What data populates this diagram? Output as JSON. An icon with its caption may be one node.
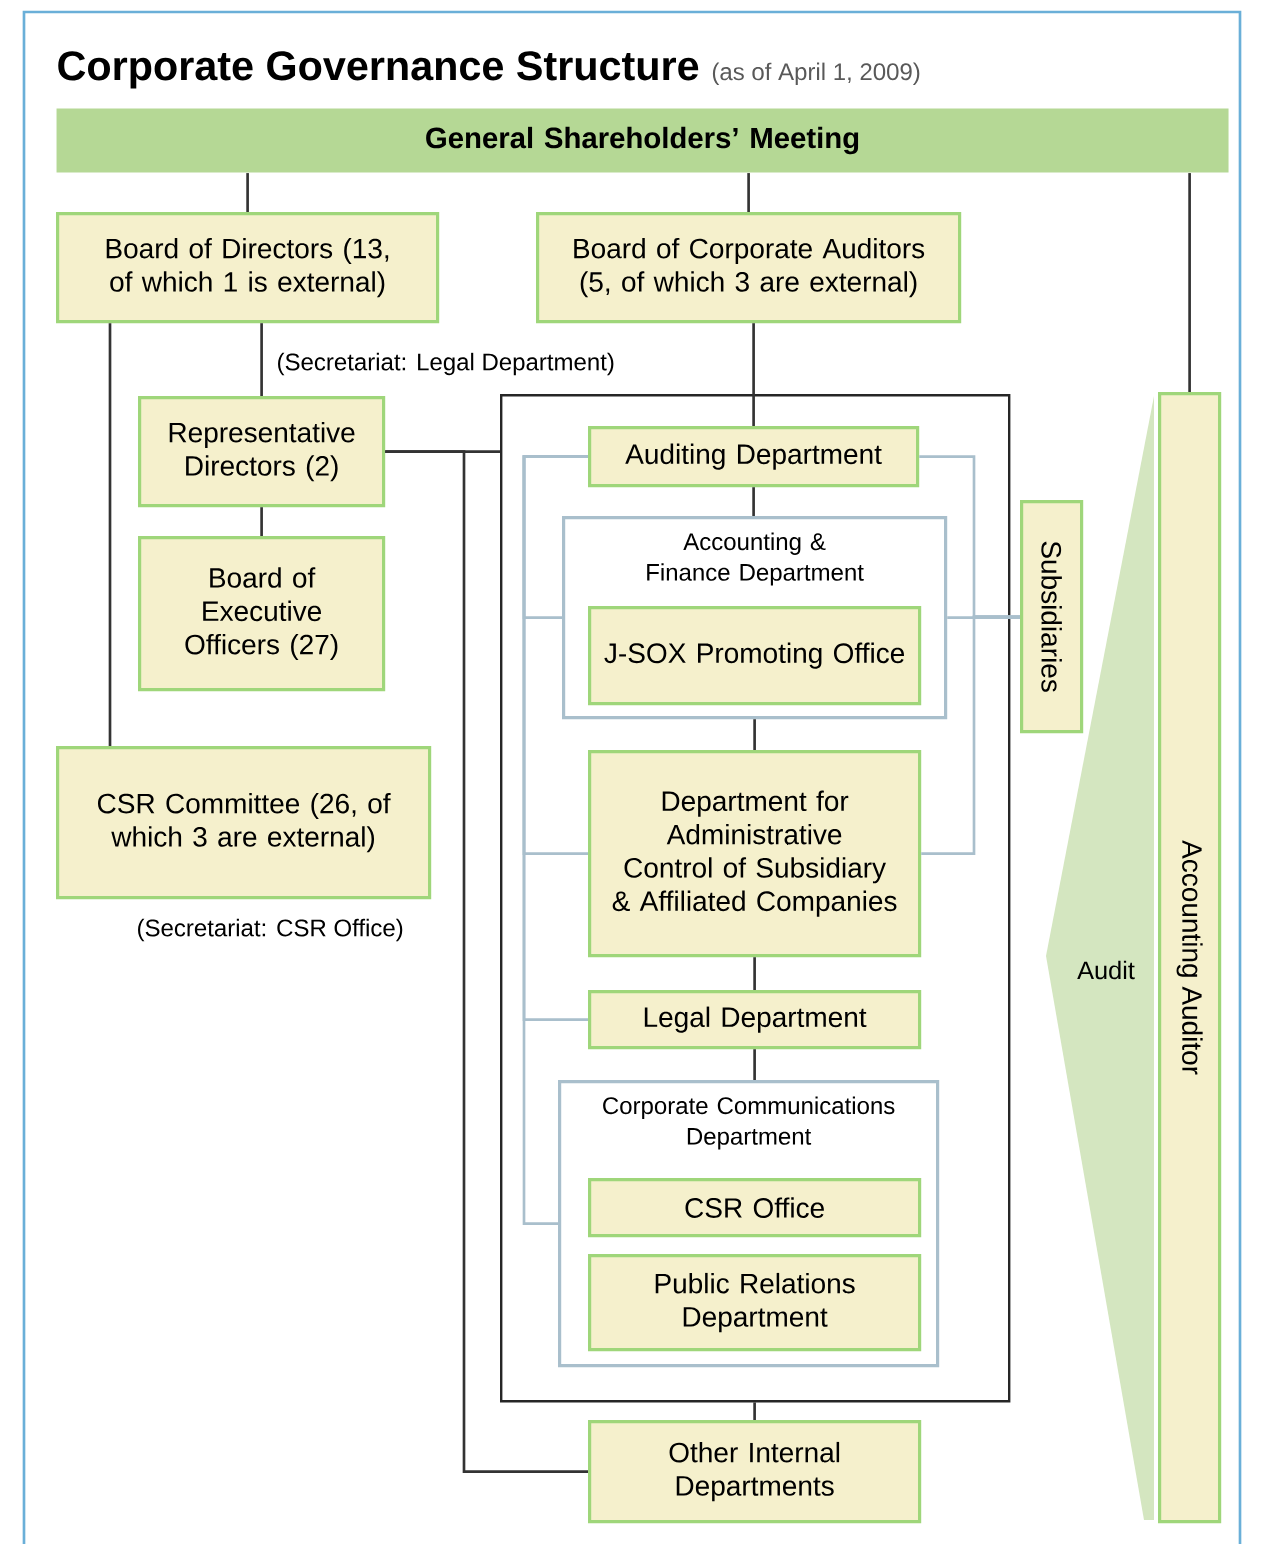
{
  "diagram": {
    "title": "Corporate Governance Structure",
    "nodes": [
      {
        "text": [
          "General Shareholders’ Meeting"
        ]
      },
      {
        "text": [
          "Board of Directors (13, of which 1 is external)"
        ],
        "beside": [
          "(Secretariat: Legal Department)"
        ]
      },
      {
        "text": [
          "Board of Corporate Auditors (5, of which 3 are external)"
        ]
      },
      {
        "text": [
          "Accounting Auditor"
        ]
      },
      {
        "text": [
          "Representative Directors (2)"
        ]
      },
      {
        "text": [
          "Board of Executive Officers (27)"
        ]
      },
      {
        "text": [
          "CSR Committee (26, of which 3 are external)"
        ],
        "beside": [
          "(Secretariat: CSR Office)"
        ]
      },
      {
        "text": [],
        "shape": "box"
      },
      {
        "text": [
          "Auditing Department"
        ],
        "in": 7
      },
      {
        "text": [
          "Accounting & Finance Department"
        ],
        "in": 7
      },
      {
        "text": [
          "J-SOX Promoting Office"
        ],
        "in": 9
      },
      {
        "text": [
          "Department for Administrative Control of Subsidiary & Affiliated Companies"
        ],
        "in": 7
      },
      {
        "text": [
          "Legal Department"
        ],
        "in": 7
      },
      {
        "text": [
          "Corporate Communications Department"
        ],
        "in": 7
      },
      {
        "text": [
          "CSR Office"
        ],
        "in": 13
      },
      {
        "text": [
          "Public Relations Department"
        ],
        "in": 13
      },
      {
        "text": [
          "Subsidiaries"
        ]
      },
      {
        "text": [
          "Other Internal Departments"
        ]
      },
      {
        "text": [
          "Audit"
        ]
      }
    ],
    "edges": [
      {
        "from": 0,
        "to": 1,
        "arrow": "none"
      },
      {
        "from": 0,
        "to": 2,
        "arrow": "none"
      },
      {
        "from": 0,
        "to": 3,
        "arrow": "none"
      },
      {
        "from": 1,
        "to": 4,
        "arrow": "none"
      },
      {
        "from": 1,
        "to": 6,
        "arrow": "none"
      },
      {
        "from": 4,
        "to": 5,
        "arrow": "none"
      },
      {
        "from": 4,
        "to": 7,
        "arrow": "none"
      },
      {
        "from": 4,
        "to": 17,
        "arrow": "none"
      },
      {
        "from": 2,
        "to": 8,
        "arrow": "none"
      },
      {
        "from": 8,
        "to": 9,
        "arrow": "none"
      },
      {
        "from": 9,
        "to": 11,
        "arrow": "none"
      },
      {
        "from": 11,
        "to": 12,
        "arrow": "none"
      },
      {
        "from": 12,
        "to": 13,
        "arrow": "none"
      },
      {
        "from": 7,
        "to": 17,
        "arrow": "none"
      },
      {
        "from": 8,
        "to": 9,
        "arrow": "none",
        "color": "#a9bfcc"
      },
      {
        "from": 8,
        "to": 11,
        "arrow": "none",
        "color": "#a9bfcc"
      },
      {
        "from": 8,
        "to": 12,
        "arrow": "none",
        "color": "#a9bfcc"
      },
      {
        "from": 8,
        "to": 13,
        "arrow": "none",
        "color": "#a9bfcc"
      },
      {
        "from": 8,
        "to": 16,
        "arrow": "none",
        "color": "#a9bfcc"
      },
      {
        "from": 11,
        "to": 16,
        "arrow": "none",
        "color": "#a9bfcc"
      },
      {
        "from": 9,
        "to": 16,
        "arrow": "none",
        "color": "#a9bfcc"
      }
    ],
    "labels": [
      "(as of April 1, 2009)"
    ]
  }
}
